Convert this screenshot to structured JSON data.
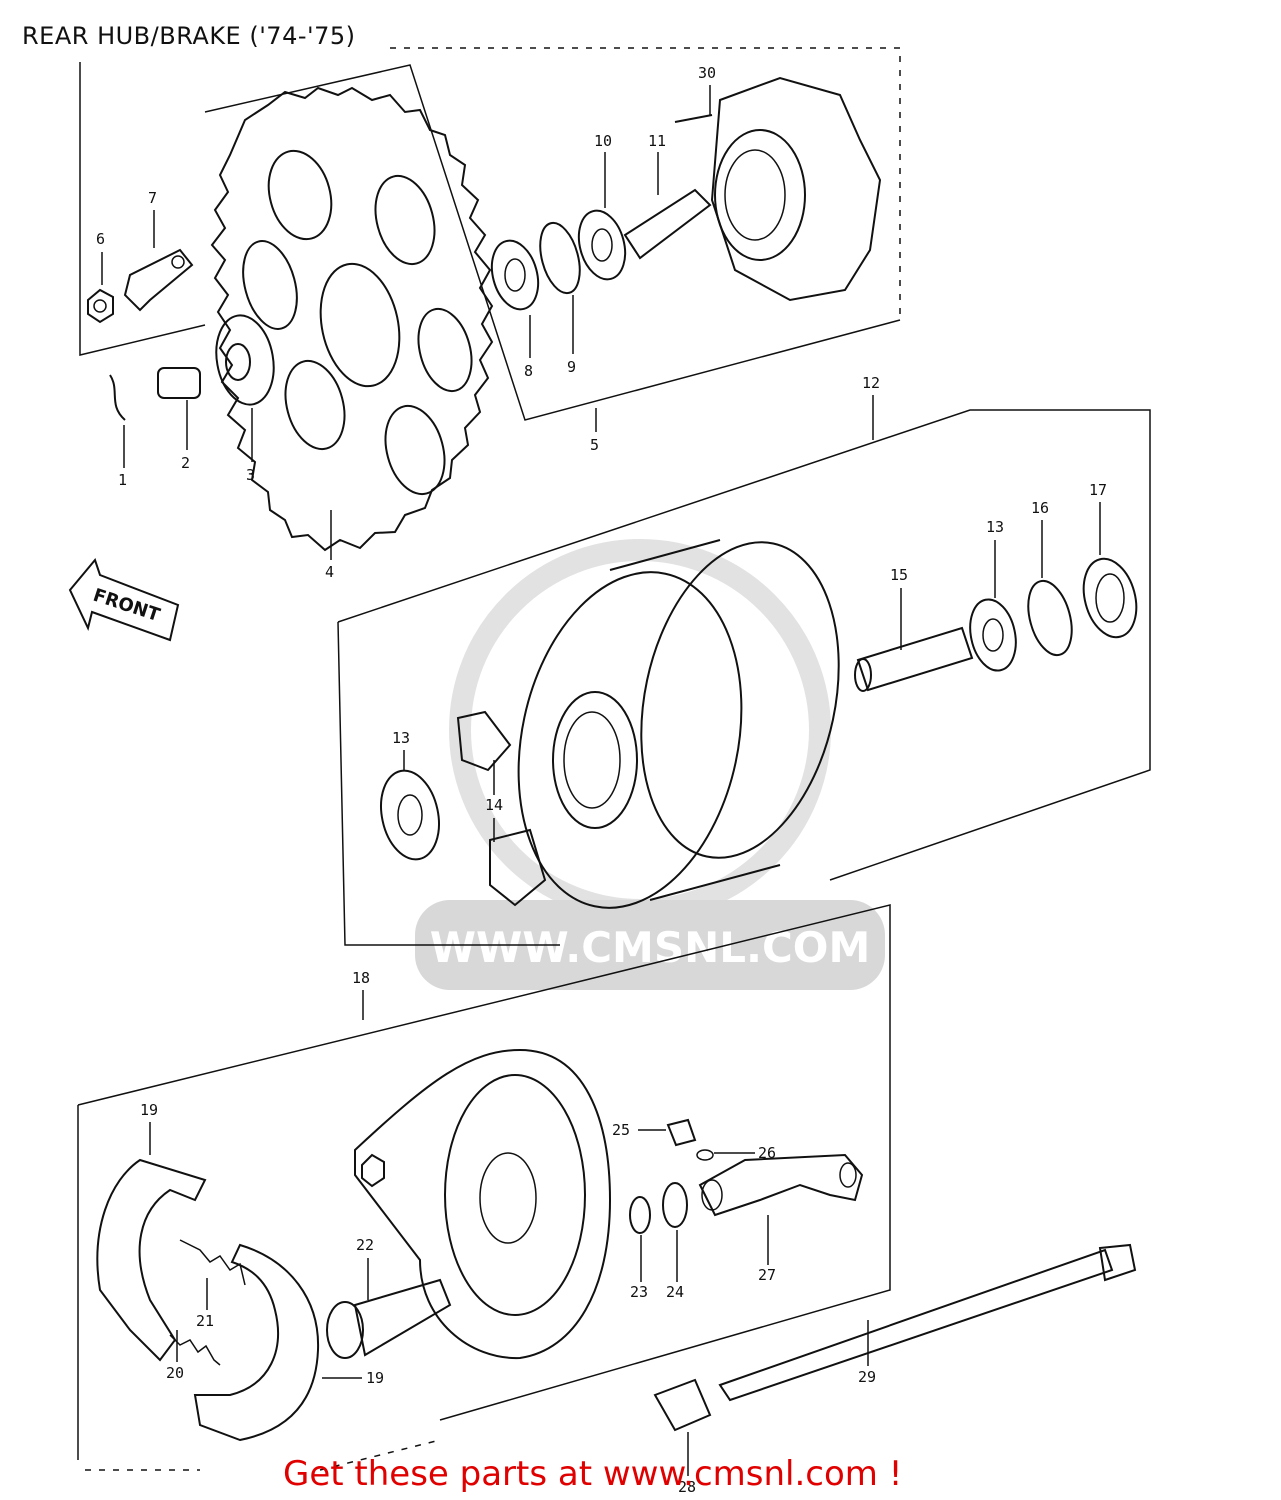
{
  "title": "REAR HUB/BRAKE ('74-'75)",
  "footer": "Get these parts at www.cmsnl.com !",
  "watermark": "WWW.CMSNL.COM",
  "front_label": "FRONT",
  "colors": {
    "footer": "#e00000",
    "ink": "#111111",
    "watermark": "#d8d8d8"
  },
  "callouts": [
    "1",
    "2",
    "3",
    "4",
    "5",
    "6",
    "7",
    "8",
    "9",
    "10",
    "11",
    "30",
    "12",
    "13",
    "13",
    "14",
    "15",
    "16",
    "17",
    "18",
    "19",
    "19",
    "20",
    "21",
    "22",
    "23",
    "24",
    "25",
    "26",
    "27",
    "28",
    "29"
  ]
}
